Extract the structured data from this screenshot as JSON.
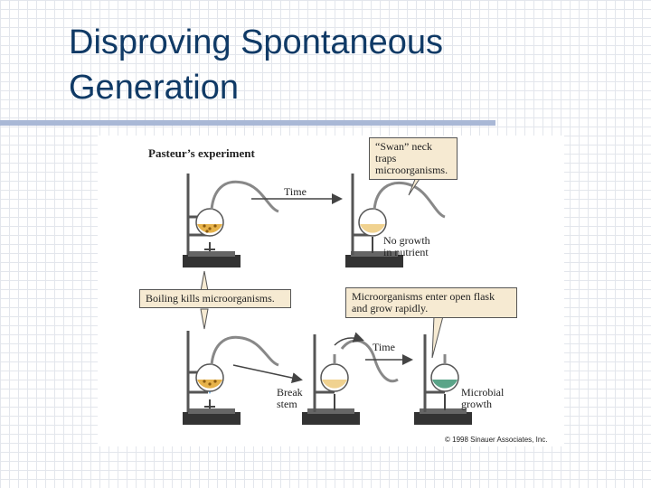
{
  "slide": {
    "title_line1": "Disproving Spontaneous",
    "title_line2": "Generation"
  },
  "figure": {
    "heading": "Pasteur’s experiment",
    "callout_swan": "“Swan” neck traps microorganisms.",
    "callout_boiling": "Boiling kills microorganisms.",
    "callout_open": "Microorganisms enter open flask and grow rapidly.",
    "time_label_top": "Time",
    "time_label_bottom": "Time",
    "no_growth_line1": "No growth",
    "no_growth_line2": "in nutrient",
    "break_line1": "Break",
    "break_line2": "stem",
    "microbial_line1": "Microbial",
    "microbial_line2": "growth",
    "copyright": "© 1998 Sinauer Associates, Inc."
  },
  "colors": {
    "title": "#103a66",
    "rule": "#a9b8d6",
    "callout_fill": "#f6ead2",
    "broth_boiling": "#e6b24a",
    "broth_clear": "#f0d290",
    "broth_growth": "#5aa488"
  }
}
